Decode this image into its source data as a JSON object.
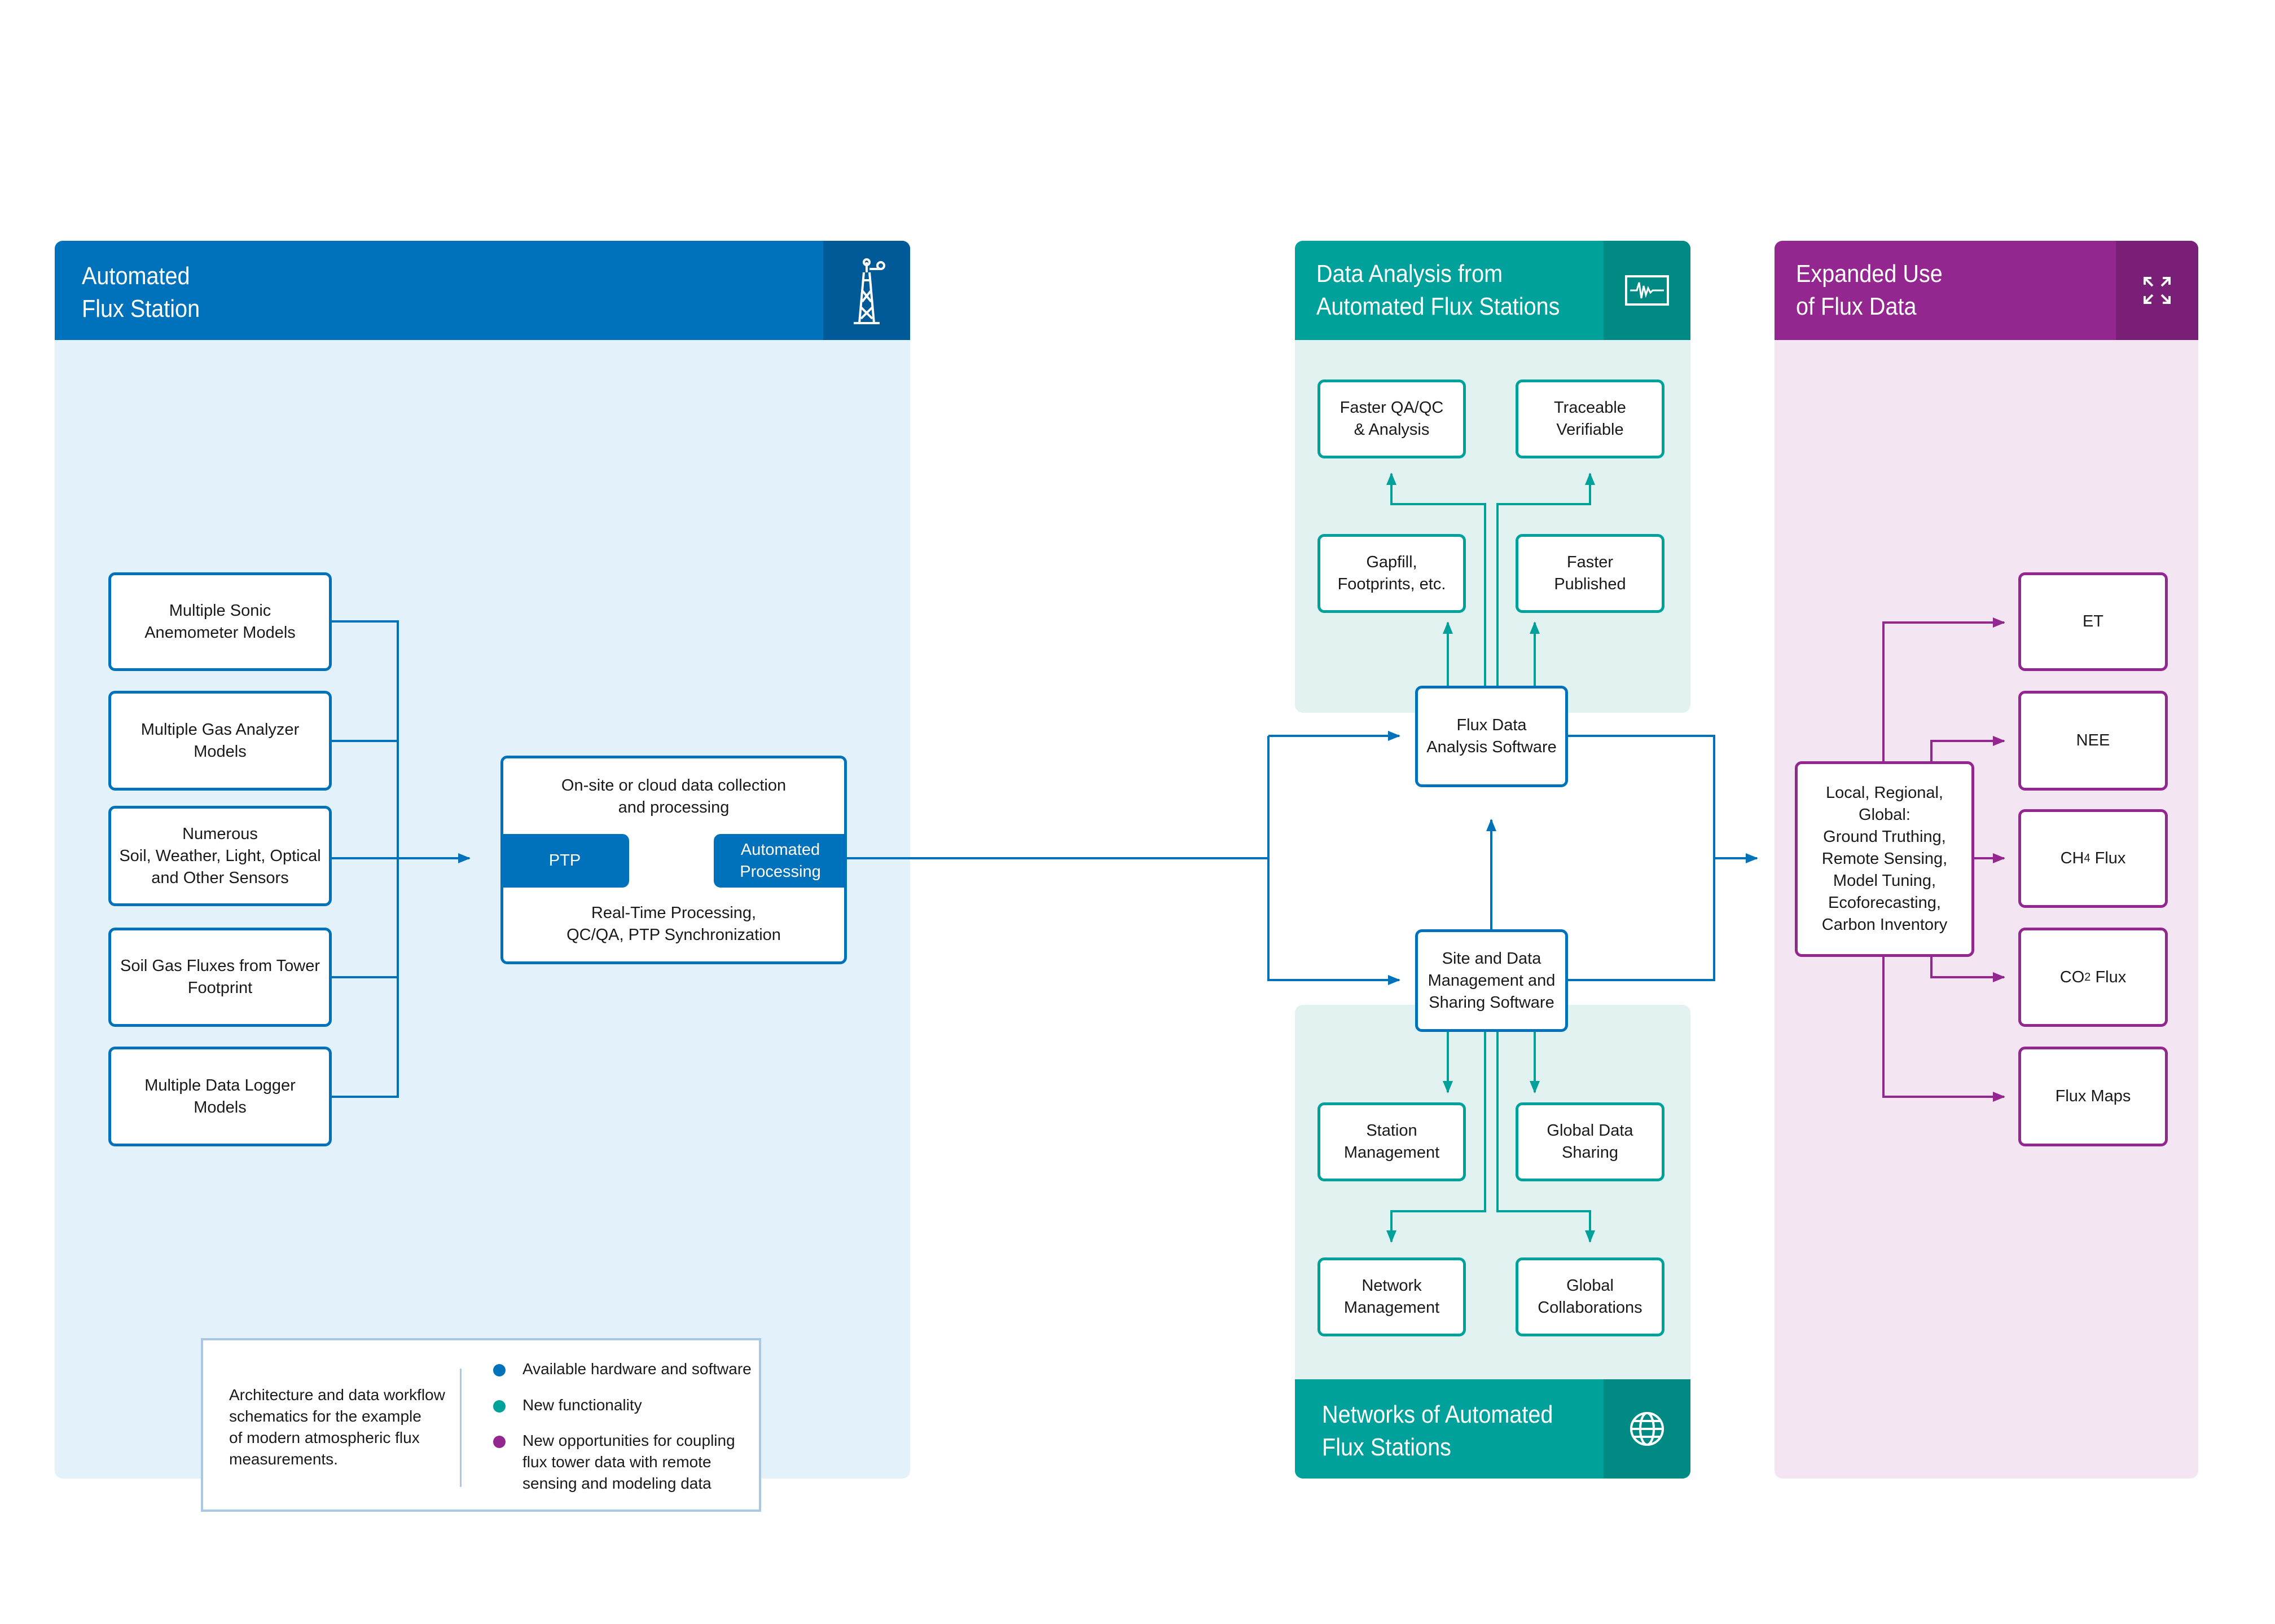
{
  "colors": {
    "blue": "#0072bc",
    "teal": "#00a19a",
    "purple": "#93278f",
    "light_blue": "#e3f1fb",
    "light_teal": "#e2f2f1",
    "light_purple": "#f3e5f2"
  },
  "panels": {
    "automated": {
      "title": "Automated\nFlux Station",
      "icon": "flux-tower-icon"
    },
    "analysis": {
      "title": "Data Analysis from\nAutomated Flux Stations",
      "icon": "waveform-monitor-icon"
    },
    "networks": {
      "title": "Networks of Automated\nFlux Stations",
      "icon": "globe-icon"
    },
    "expanded": {
      "title": "Expanded Use\nof Flux Data",
      "icon": "expand-arrows-icon"
    }
  },
  "inputs": [
    "Multiple Sonic\nAnemometer Models",
    "Multiple Gas Analyzer\nModels",
    "Numerous\nSoil, Weather, Light, Optical\nand Other Sensors",
    "Soil Gas Fluxes from Tower\nFootprint",
    "Multiple Data Logger\nModels"
  ],
  "processing": {
    "top": "On-site or cloud data collection\nand processing",
    "ptp": "PTP",
    "auto": "Automated\nProcessing",
    "bottom": "Real-Time Processing,\nQC/QA, PTP Synchronization"
  },
  "analysis_boxes": {
    "faster_qa": "Faster QA/QC\n& Analysis",
    "traceable": "Traceable\nVerifiable",
    "gapfill": "Gapfill,\nFootprints, etc.",
    "published": "Faster\nPublished",
    "flux_software": "Flux Data\nAnalysis Software",
    "site_software": "Site and Data\nManagement and\nSharing Software"
  },
  "network_boxes": {
    "station": "Station\nManagement",
    "sharing": "Global Data\nSharing",
    "network": "Network\nManagement",
    "collab": "Global\nCollaborations"
  },
  "scales": "Local, Regional,\nGlobal:\nGround Truthing,\nRemote Sensing,\nModel Tuning,\nEcoforecasting,\nCarbon Inventory",
  "outputs": {
    "et": "ET",
    "nee": "NEE",
    "ch4": {
      "base": "CH",
      "sub": "4",
      "rest": " Flux"
    },
    "co2": {
      "base": "CO",
      "sub": "2",
      "rest": " Flux"
    },
    "maps": "Flux Maps"
  },
  "legend": {
    "description": "Architecture and data workflow\nschematics for the example\nof modern atmospheric flux\nmeasurements.",
    "items": [
      {
        "color": "#0072bc",
        "label": "Available hardware and software"
      },
      {
        "color": "#00a19a",
        "label": "New functionality"
      },
      {
        "color": "#93278f",
        "label": "New opportunities for coupling\nflux tower data with remote\nsensing and modeling data"
      }
    ]
  }
}
